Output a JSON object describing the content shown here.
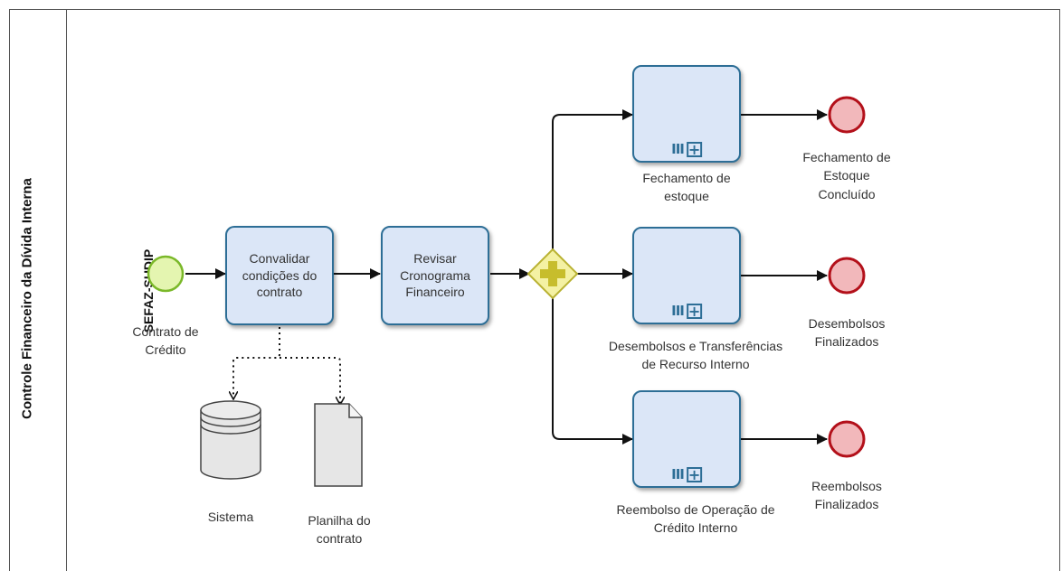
{
  "pool": {
    "title": "Controle Financeiro da Dívida Interna"
  },
  "lane": {
    "title": "SEFAZ-SUDIP"
  },
  "start_event": {
    "label": "Contrato de Crédito"
  },
  "tasks": {
    "convalidar": "Convalidar condições do contrato",
    "revisar": "Revisar Cronograma Financeiro"
  },
  "subprocesses": {
    "fechamento": "Fechamento de estoque",
    "desembolsos": "Desembolsos e Transferências de Recurso Interno",
    "reembolso": "Reembolso de Operação de Crédito Interno"
  },
  "end_events": {
    "fechamento": "Fechamento de Estoque Concluído",
    "desembolsos": "Desembolsos Finalizados",
    "reembolsos": "Reembolsos Finalizados"
  },
  "data_objects": {
    "sistema": "Sistema",
    "planilha": "Planilha do contrato"
  },
  "colors": {
    "task_fill": "#dbe6f7",
    "task_stroke": "#2d6e96",
    "start_fill": "#e4f5b0",
    "start_stroke": "#7ab829",
    "end_fill": "#f2b8bb",
    "end_stroke": "#b3101a",
    "gateway_fill": "#f4f1a3",
    "gateway_stroke": "#b9b232"
  }
}
